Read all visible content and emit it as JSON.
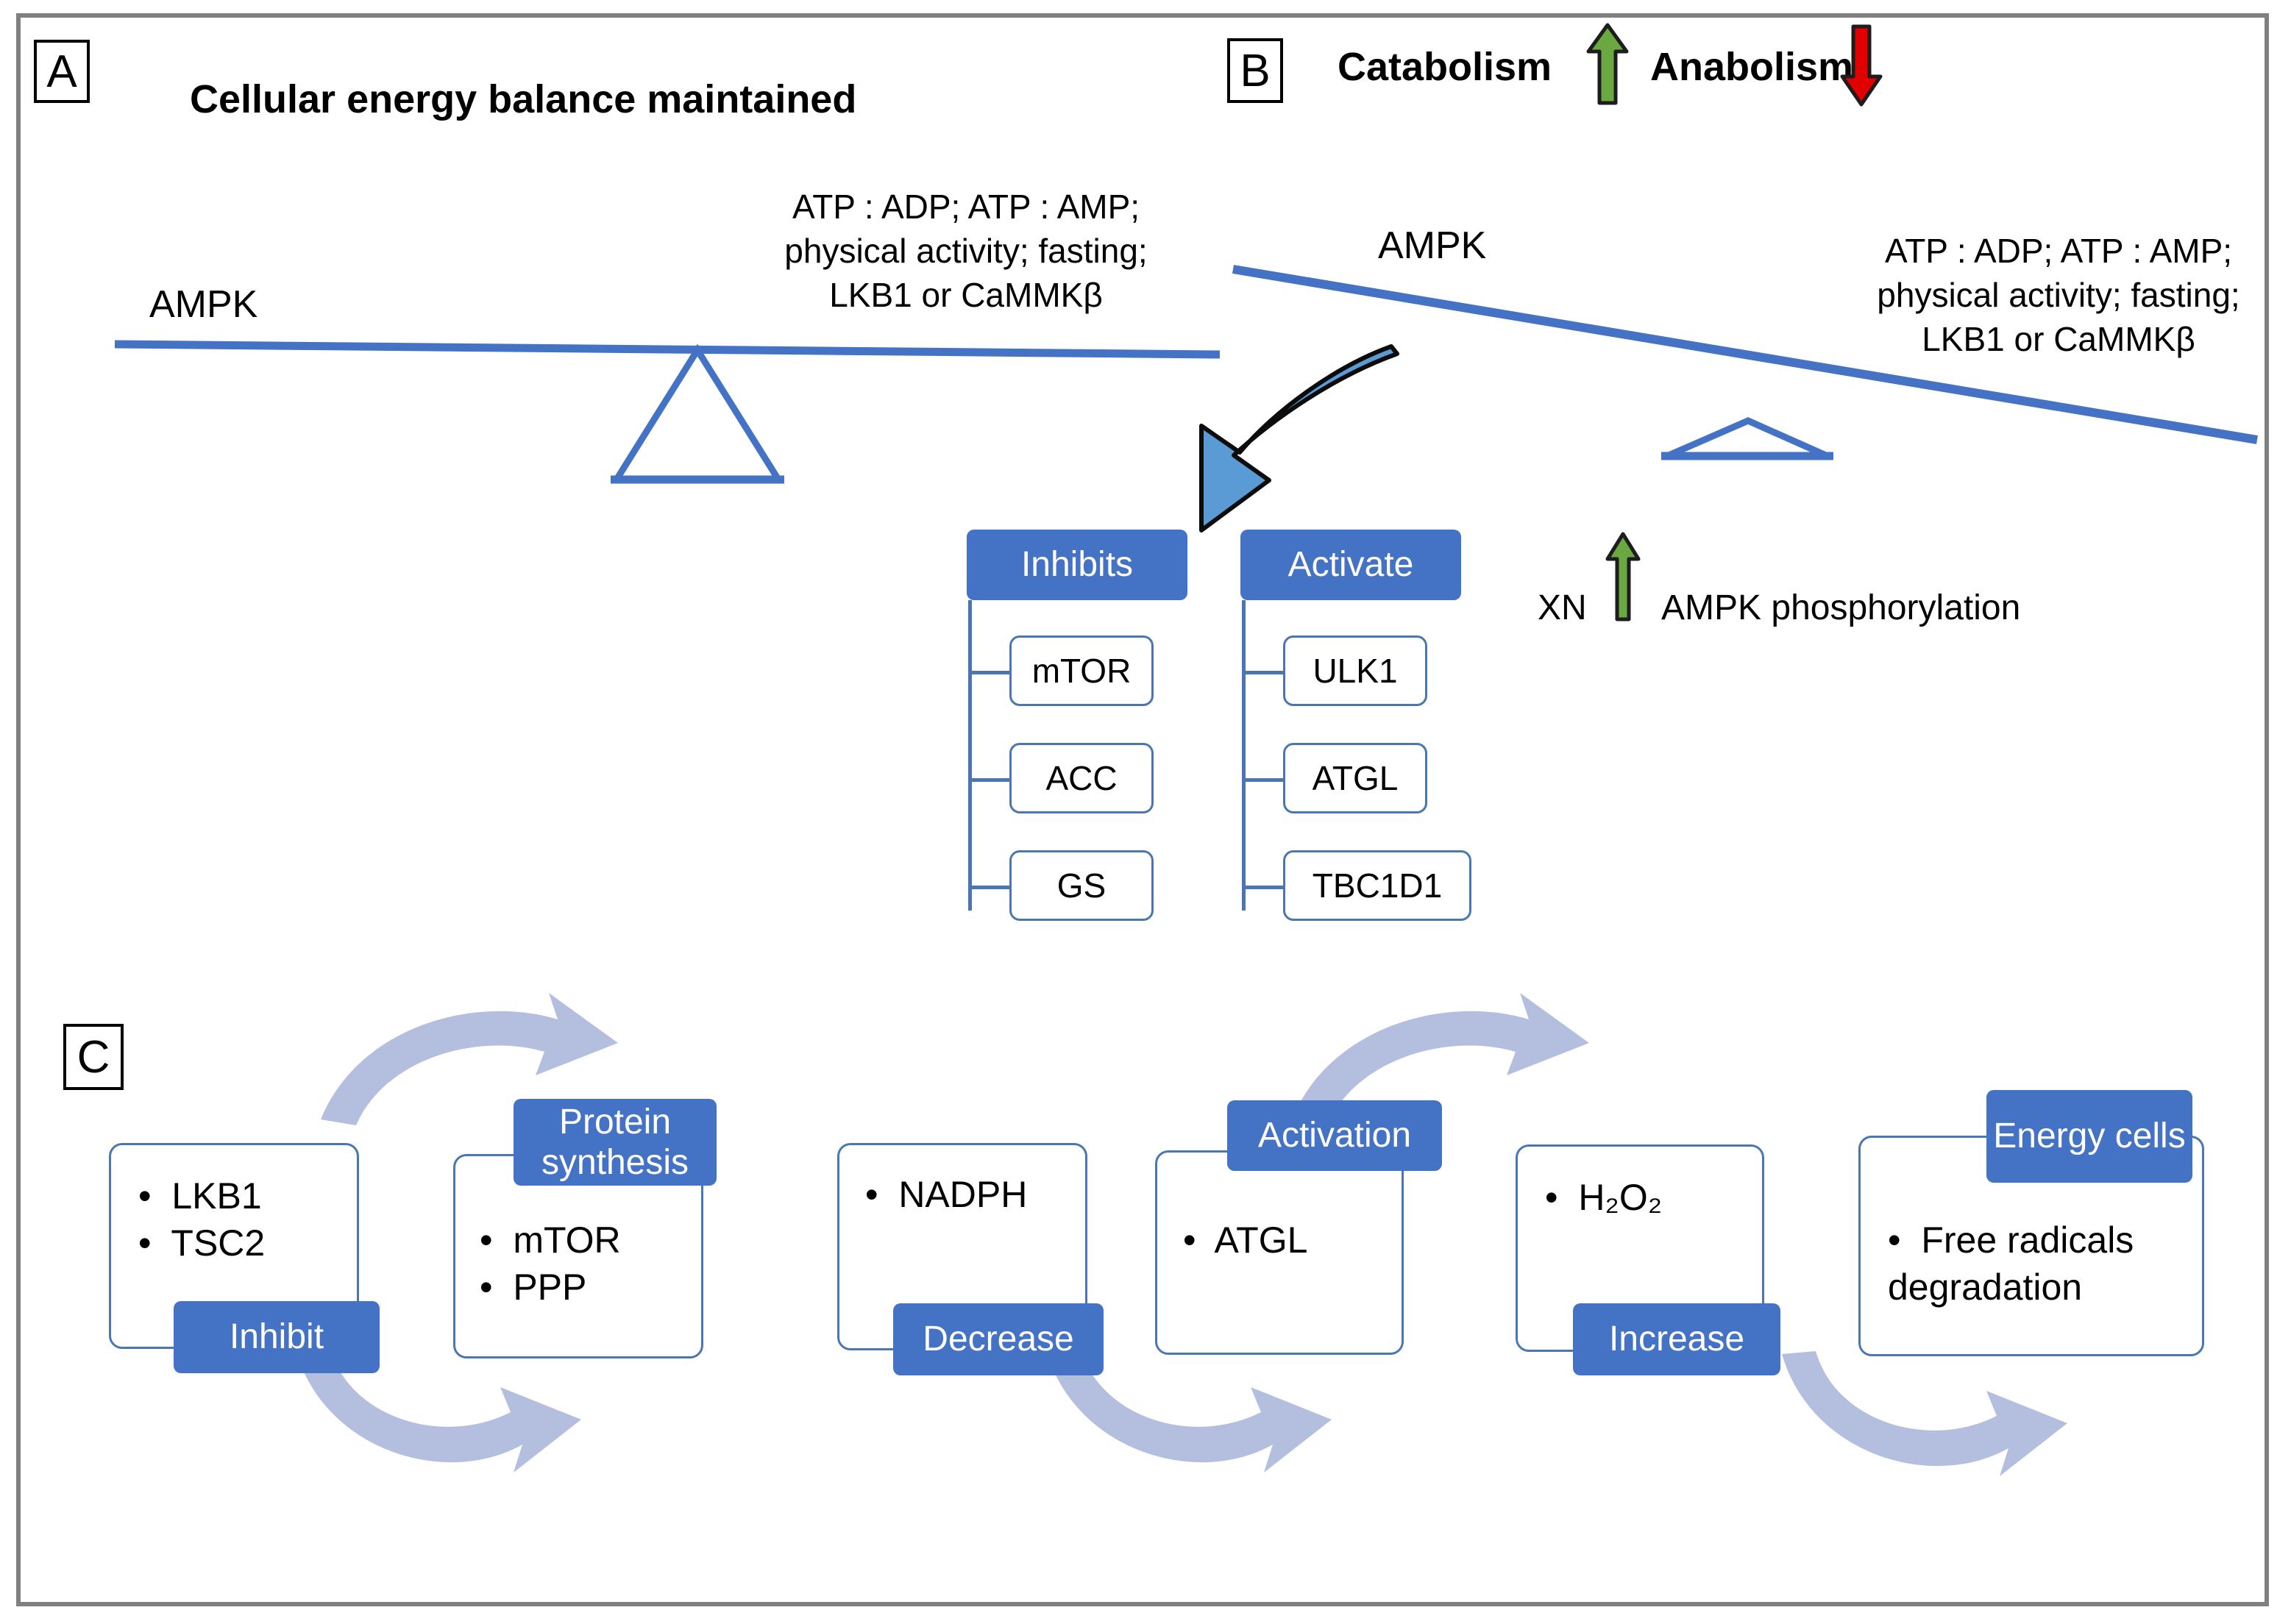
{
  "figure": {
    "frame_color": "#808080",
    "accent_blue": "#4472C4",
    "outline_blue": "#4A77B4",
    "pale_arrow": "#B4BEDF",
    "green": "#6AA842",
    "red": "#E00000"
  },
  "panel_a": {
    "letter": "A",
    "title": "Cellular energy balance maintained",
    "left_label": "AMPK",
    "right_label_lines": [
      "ATP : ADP; ATP : AMP;",
      "physical activity; fasting;",
      "LKB1 or CaMMKβ"
    ],
    "beam_state": "level"
  },
  "panel_b": {
    "letter": "B",
    "title_catabolism": "Catabolism",
    "title_anabolism": "Anabolism",
    "catabolism_arrow": "up-arrow-green-icon",
    "anabolism_arrow": "down-arrow-red-icon",
    "left_label": "AMPK",
    "right_label_lines": [
      "ATP : ADP; ATP : AMP;",
      "physical activity; fasting;",
      "LKB1 or CaMMKβ"
    ],
    "beam_state": "tilted-down-right",
    "xn_note": {
      "prefix": "XN",
      "arrow": "up-arrow-green-icon",
      "text": "AMPK phosphorylation"
    },
    "trees": [
      {
        "head": "Inhibits",
        "children": [
          "mTOR",
          "ACC",
          "GS"
        ]
      },
      {
        "head": "Activate",
        "children": [
          "ULK1",
          "ATGL",
          "TBC1D1"
        ]
      }
    ]
  },
  "panel_c": {
    "letter": "C",
    "groups": [
      {
        "badge": "Inhibit",
        "badge_pos": "bottom",
        "items": [
          "LKB1",
          "TSC2"
        ]
      },
      {
        "badge": "Protein synthesis",
        "badge_pos": "top",
        "items": [
          "mTOR",
          "PPP"
        ]
      },
      {
        "badge": "Decrease",
        "badge_pos": "bottom",
        "items": [
          "NADPH"
        ]
      },
      {
        "badge": "Activation",
        "badge_pos": "top",
        "items": [
          "ATGL"
        ]
      },
      {
        "badge": "Increase",
        "badge_pos": "bottom",
        "items": [
          "H₂O₂"
        ]
      },
      {
        "badge": "Energy cells",
        "badge_pos": "top",
        "items": [
          "Free radicals degradation"
        ]
      }
    ],
    "flow_arrows": [
      "arc-up-arrow-icon",
      "arc-down-arrow-icon",
      "arc-up-arrow-icon",
      "arc-down-arrow-icon",
      "arc-up-arrow-icon"
    ]
  }
}
